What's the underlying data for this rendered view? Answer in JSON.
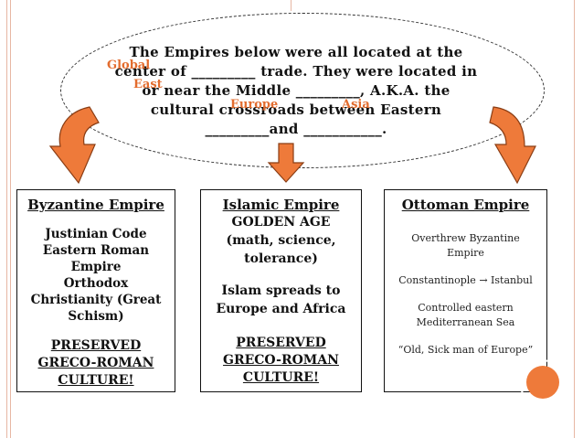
{
  "ellipse": {
    "line1": "The Empires below were all located at the",
    "line2": "center of _________ trade. They were located in",
    "line3": "or near the Middle _________, A.K.A. the",
    "line4": "cultural crossroads between Eastern",
    "line5": "_________and ___________.",
    "answers": {
      "a1": "Global",
      "a2": "East",
      "a3": "Europe",
      "a4": "Asia"
    }
  },
  "boxes": {
    "byzantine": {
      "title": "Byzantine Empire",
      "items": [
        "Justinian Code",
        "Eastern Roman",
        "Empire",
        "Orthodox",
        "Christianity (Great",
        "Schism)"
      ],
      "preserved": [
        "PRESERVED",
        "GRECO-ROMAN",
        "CULTURE!"
      ]
    },
    "islamic": {
      "title": "Islamic Empire",
      "items": [
        "GOLDEN AGE",
        "(math, science,",
        "tolerance)"
      ],
      "spread": [
        "Islam spreads to",
        "Europe and Africa"
      ],
      "preserved": [
        "PRESERVED",
        "GRECO-ROMAN",
        "CULTURE!"
      ]
    },
    "ottoman": {
      "title": "Ottoman Empire",
      "p1": [
        "Overthrew Byzantine",
        "Empire"
      ],
      "p2_left": "Constantinople",
      "p2_arrow": "→",
      "p2_right": "Istanbul",
      "p3": [
        "Controlled eastern",
        "Mediterranean Sea"
      ],
      "p4": "“Old, Sick man of Europe”"
    }
  },
  "colors": {
    "accent": "#ee7a3a",
    "answer": "#e36c2e",
    "frame": "#e7b7a3"
  }
}
